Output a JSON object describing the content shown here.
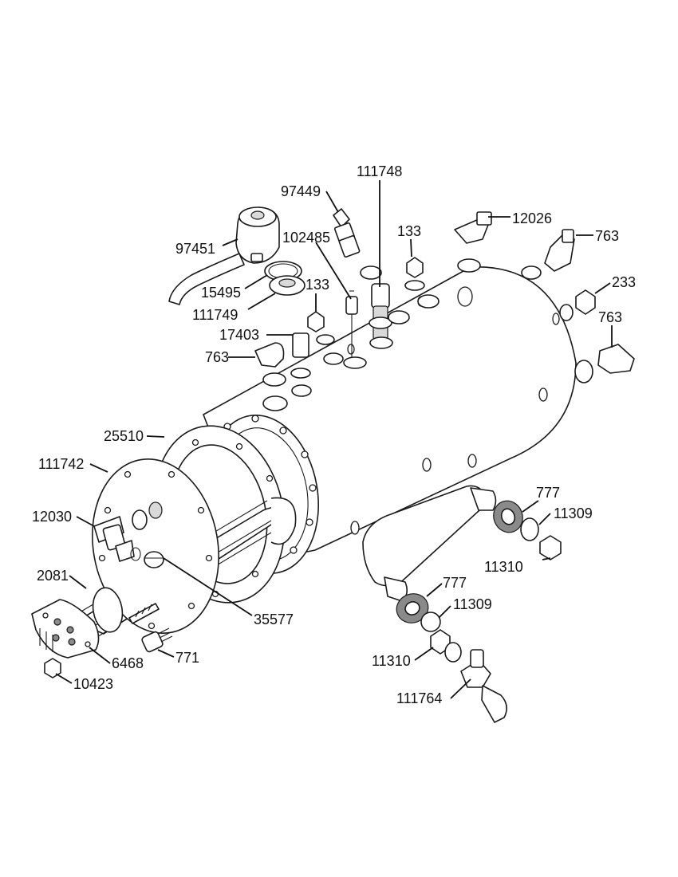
{
  "labels": {
    "p97449": "97449",
    "p111748": "111748",
    "p97451": "97451",
    "p102485": "102485",
    "p133a": "133",
    "p12026": "12026",
    "p763a": "763",
    "p15495": "15495",
    "p133b": "133",
    "p111749": "111749",
    "p233": "233",
    "p17403": "17403",
    "p763b": "763",
    "p763c": "763",
    "p25510": "25510",
    "p111742": "111742",
    "p777a": "777",
    "p11309a": "11309",
    "p12030": "12030",
    "p11310a": "11310",
    "p2081": "2081",
    "p35577": "35577",
    "p777b": "777",
    "p11309b": "11309",
    "p771": "771",
    "p6468": "6468",
    "p11310b": "11310",
    "p10423": "10423",
    "p111764": "111764"
  }
}
